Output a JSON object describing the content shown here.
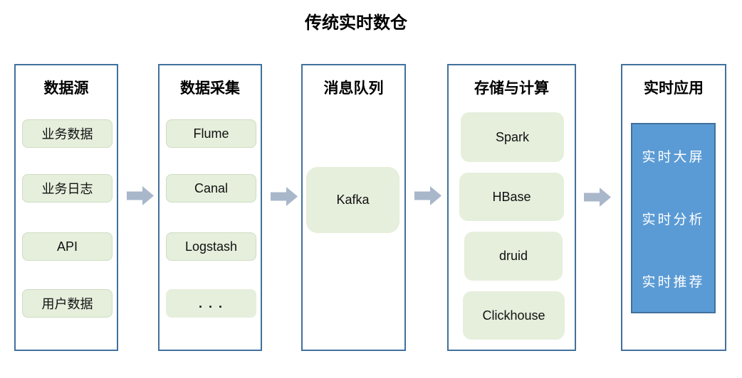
{
  "title": "传统实时数仓",
  "columns": [
    {
      "id": "data-source",
      "header": "数据源",
      "items": [
        "业务数据",
        "业务日志",
        "API",
        "用户数据"
      ]
    },
    {
      "id": "data-collect",
      "header": "数据采集",
      "items": [
        "Flume",
        "Canal",
        "Logstash",
        ". . ."
      ]
    },
    {
      "id": "message-queue",
      "header": "消息队列",
      "items": [
        "Kafka"
      ]
    },
    {
      "id": "storage-compute",
      "header": "存储与计算",
      "items": [
        "Spark",
        "HBase",
        "druid",
        "Clickhouse"
      ]
    },
    {
      "id": "realtime-app",
      "header": "实时应用",
      "items": [
        "实时大屏",
        "实时分析",
        "实时推荐"
      ]
    }
  ],
  "colors": {
    "column_border": "#41719c",
    "item_fill": "#e5efdc",
    "item_border": "#cfddc2",
    "highlight_fill": "#5b9bd5",
    "highlight_border": "#41719c",
    "highlight_text": "#ffffff",
    "arrow": "#a9b7ca",
    "title_text": "#000000"
  }
}
